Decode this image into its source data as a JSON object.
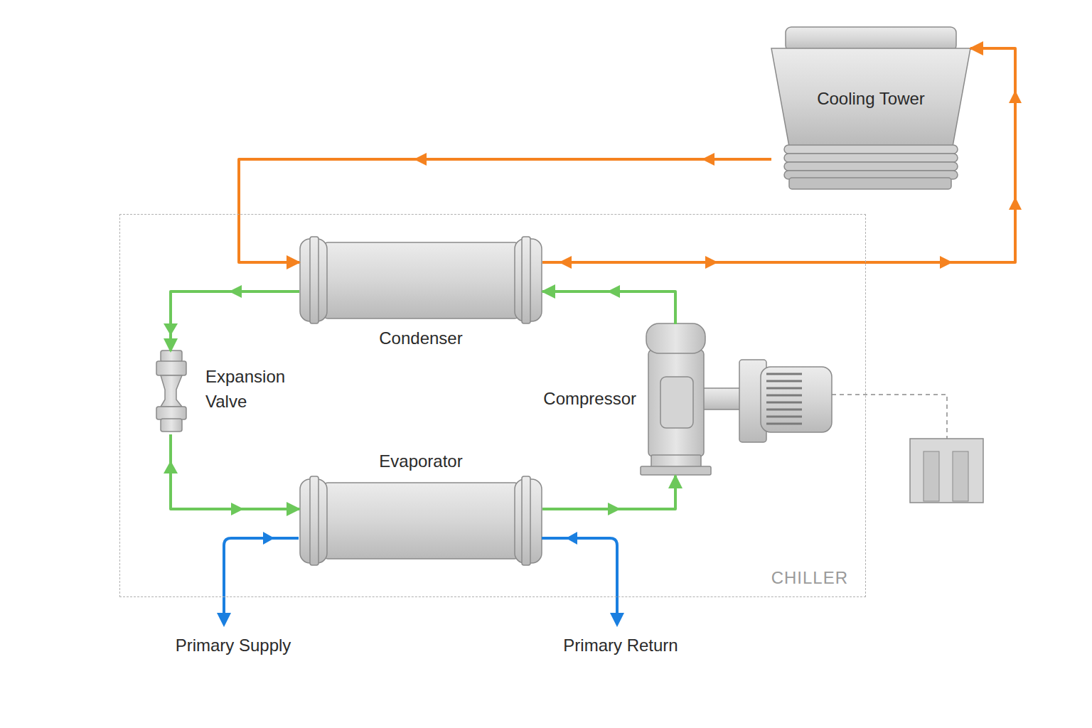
{
  "diagram": {
    "nodes": [
      {
        "text": [
          "Cooling Tower"
        ]
      },
      {
        "text": [
          "CHILLER"
        ]
      },
      {
        "text": [
          "Condenser"
        ],
        "in": 1
      },
      {
        "text": [
          "Expansion Valve"
        ],
        "in": 1
      },
      {
        "text": [
          "Compressor"
        ],
        "in": 1
      },
      {
        "text": [
          "Evaporator"
        ],
        "in": 1
      }
    ],
    "edges": [
      {
        "from": 0,
        "to": 2,
        "arrow": "to"
      },
      {
        "from": 2,
        "to": 0,
        "arrow": "to"
      },
      {
        "from": 4,
        "to": 2,
        "arrow": "to"
      },
      {
        "from": 2,
        "to": 3,
        "arrow": "to"
      },
      {
        "from": 3,
        "to": 5,
        "arrow": "to"
      },
      {
        "from": 5,
        "to": 4,
        "arrow": "to"
      }
    ],
    "labels": [
      "Primary Supply",
      "Primary Return"
    ]
  }
}
